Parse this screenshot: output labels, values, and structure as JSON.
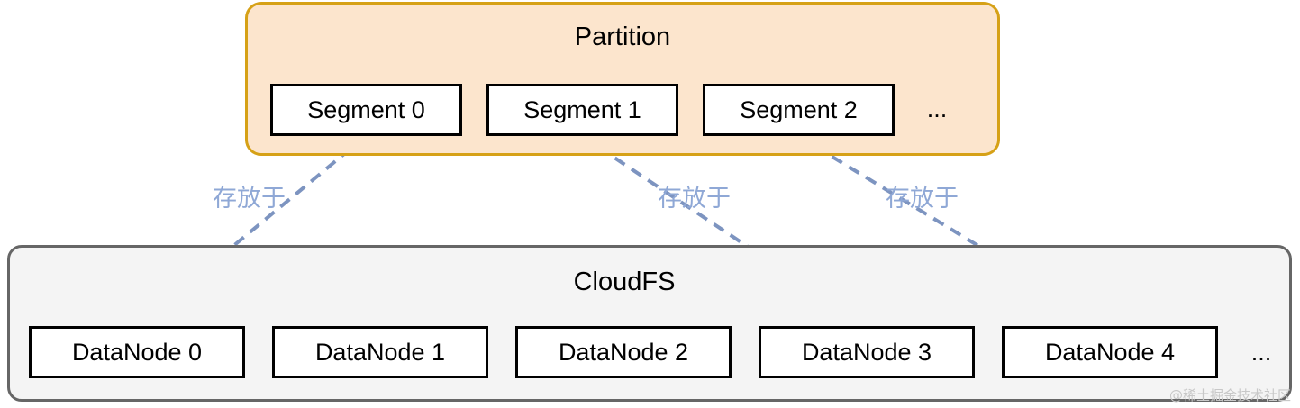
{
  "diagram": {
    "partition": {
      "title": "Partition",
      "fill_color": "#fce5cd",
      "border_color": "#d6a117",
      "segments": [
        {
          "label": "Segment 0"
        },
        {
          "label": "Segment 1"
        },
        {
          "label": "Segment 2"
        }
      ],
      "overflow_ellipsis": "..."
    },
    "cloudfs": {
      "title": "CloudFS",
      "fill_color": "#f4f4f4",
      "border_color": "#666666",
      "datanodes": [
        {
          "label": "DataNode 0"
        },
        {
          "label": "DataNode 1"
        },
        {
          "label": "DataNode 2"
        },
        {
          "label": "DataNode 3"
        },
        {
          "label": "DataNode 4"
        }
      ],
      "overflow_ellipsis": "..."
    },
    "connections": [
      {
        "from": "Segment 0",
        "to": "DataNode 0",
        "label": "存放于"
      },
      {
        "from": "Segment 1",
        "to": "DataNode 3",
        "label": "存放于"
      },
      {
        "from": "Segment 2",
        "to": "DataNode 4",
        "label": "存放于"
      }
    ],
    "connector_color": "#7d94c0",
    "connector_style": "dashed",
    "watermark": "@稀土掘金技术社区"
  }
}
